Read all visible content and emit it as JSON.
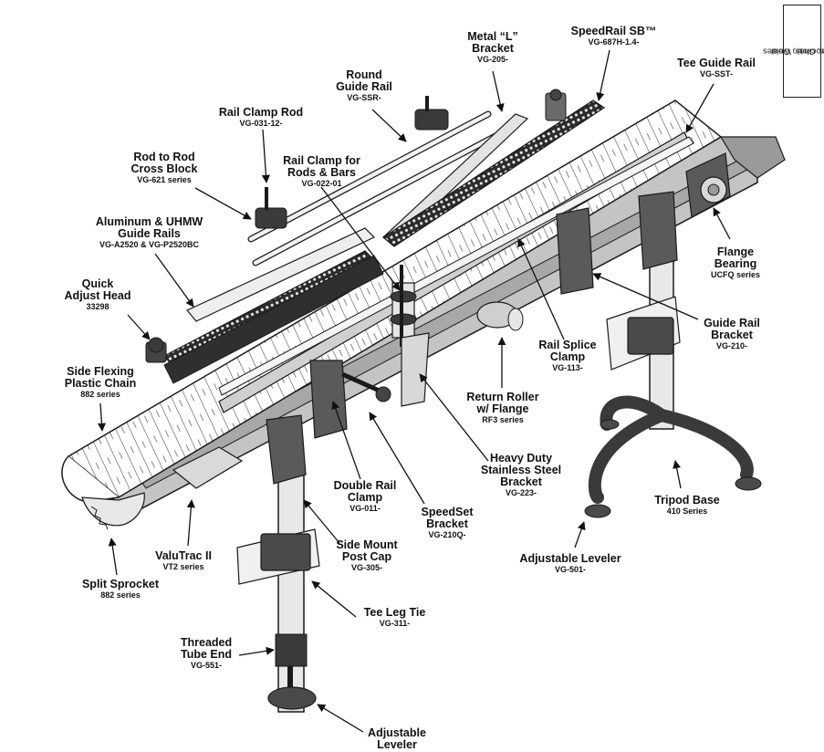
{
  "side_tab": {
    "line1": "Sprockets, Wear",
    "line2": "Strips, Chain Guides"
  },
  "labels": {
    "metal_l_bracket": {
      "title_1": "Metal “L”",
      "title_2": "Bracket",
      "code": "VG-205-"
    },
    "speedrail_sb": {
      "title_1": "SpeedRail SB™",
      "code": "VG-687H-1.4-"
    },
    "tee_guide_rail": {
      "title_1": "Tee Guide Rail",
      "code": "VG-SST-"
    },
    "round_guide_rail": {
      "title_1": "Round",
      "title_2": "Guide Rail",
      "code": "VG-SSR-"
    },
    "rail_clamp_rod": {
      "title_1": "Rail Clamp Rod",
      "code": "VG-031-12-"
    },
    "rod_cross_block": {
      "title_1": "Rod to Rod",
      "title_2": "Cross Block",
      "code": "VG-621 series"
    },
    "rail_clamp_rods_bars": {
      "title_1": "Rail Clamp for",
      "title_2": "Rods & Bars",
      "code": "VG-022-01"
    },
    "alu_uhmw_rails": {
      "title_1": "Aluminum & UHMW",
      "title_2": "Guide Rails",
      "code": "VG-A2520 & VG-P2520BC"
    },
    "quick_adjust_head": {
      "title_1": "Quick",
      "title_2": "Adjust Head",
      "code": "33298"
    },
    "side_flexing_chain": {
      "title_1": "Side Flexing",
      "title_2": "Plastic Chain",
      "code": "882 series"
    },
    "flange_bearing": {
      "title_1": "Flange",
      "title_2": "Bearing",
      "code": "UCFQ series"
    },
    "guide_rail_bracket": {
      "title_1": "Guide Rail",
      "title_2": "Bracket",
      "code": "VG-210-"
    },
    "rail_splice_clamp": {
      "title_1": "Rail Splice",
      "title_2": "Clamp",
      "code": "VG-113-"
    },
    "return_roller": {
      "title_1": "Return Roller",
      "title_2": "w/ Flange",
      "code": "RF3 series"
    },
    "heavy_duty_bracket": {
      "title_1": "Heavy Duty",
      "title_2": "Stainless Steel",
      "title_3": "Bracket",
      "code": "VG-223-"
    },
    "tripod_base": {
      "title_1": "Tripod Base",
      "code": "410 Series"
    },
    "double_rail_clamp": {
      "title_1": "Double Rail",
      "title_2": "Clamp",
      "code": "VG-011-"
    },
    "speedset_bracket": {
      "title_1": "SpeedSet",
      "title_2": "Bracket",
      "code": "VG-210Q-"
    },
    "adjustable_leveler_right": {
      "title_1": "Adjustable Leveler",
      "code": "VG-501-"
    },
    "side_mount_post_cap": {
      "title_1": "Side Mount",
      "title_2": "Post Cap",
      "code": "VG-305-"
    },
    "valutrac": {
      "title_1": "ValuTrac II",
      "code": "VT2 series"
    },
    "split_sprocket": {
      "title_1": "Split Sprocket",
      "code": "882 series"
    },
    "tee_leg_tie": {
      "title_1": "Tee Leg Tie",
      "code": "VG-311-"
    },
    "threaded_tube_end": {
      "title_1": "Threaded",
      "title_2": "Tube End",
      "code": "VG-551-"
    },
    "adjustable_leveler_bottom": {
      "title_1": "Adjustable",
      "title_2": "Leveler"
    }
  },
  "colors": {
    "outline": "#1a1a1a",
    "frame_gray": "#bdbdbd",
    "dark_part": "#5a5a5a",
    "chain_white": "#ffffff"
  }
}
